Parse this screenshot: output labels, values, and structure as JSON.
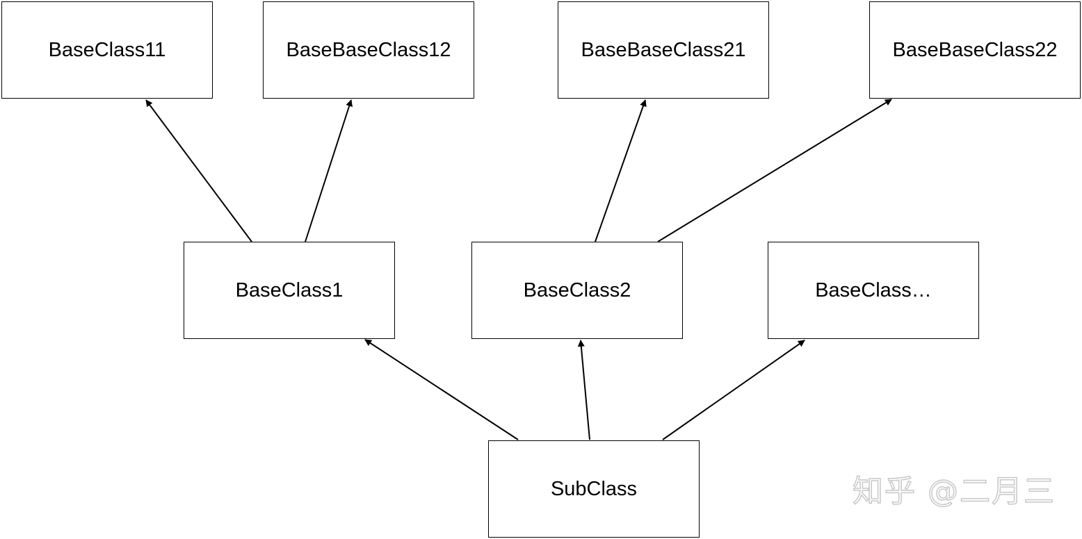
{
  "diagram": {
    "nodes": [
      {
        "id": "baseclass11",
        "label": "BaseClass11"
      },
      {
        "id": "basebaseclass12",
        "label": "BaseBaseClass12"
      },
      {
        "id": "basebaseclass21",
        "label": "BaseBaseClass21"
      },
      {
        "id": "basebaseclass22",
        "label": "BaseBaseClass22"
      },
      {
        "id": "baseclass1",
        "label": "BaseClass1"
      },
      {
        "id": "baseclass2",
        "label": "BaseClass2"
      },
      {
        "id": "baseclass-more",
        "label": "BaseClass…"
      },
      {
        "id": "subclass",
        "label": "SubClass"
      }
    ],
    "edges": [
      {
        "from": "baseclass1",
        "to": "baseclass11"
      },
      {
        "from": "baseclass1",
        "to": "basebaseclass12"
      },
      {
        "from": "baseclass2",
        "to": "basebaseclass21"
      },
      {
        "from": "baseclass2",
        "to": "basebaseclass22"
      },
      {
        "from": "subclass",
        "to": "baseclass1"
      },
      {
        "from": "subclass",
        "to": "baseclass2"
      },
      {
        "from": "subclass",
        "to": "baseclass-more"
      }
    ]
  },
  "watermark": {
    "text": "知乎 @二月三"
  }
}
